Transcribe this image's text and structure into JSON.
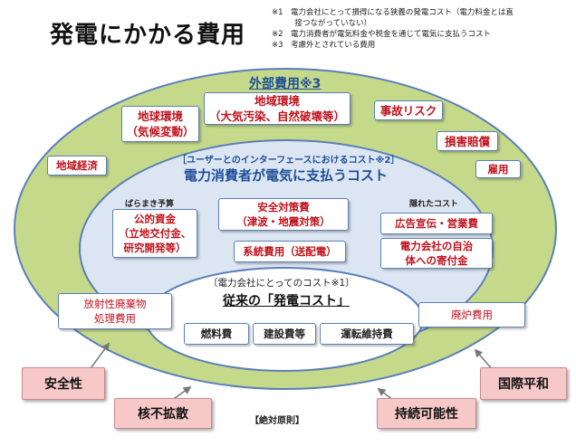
{
  "title": "発電にかかる費用",
  "notes": [
    "※1　電力会社にとって損得になる狭義の発電コスト（電力料金とは直",
    "　　　接つながっていない）",
    "※2　電力消費者が電気料金や税金を通じて電気に支払うコスト",
    "※3　考慮外とされている費用"
  ],
  "outer": {
    "title": "外部費用※3",
    "items": {
      "chikyu": "地球環境\n（気候変動）",
      "chiiki_kankyo": "地域環境\n（大気汚染、自然破壊等）",
      "jiko": "事故リスク",
      "songai": "損害賠償",
      "chiiki_keizai": "地域経済",
      "koyo": "雇用"
    }
  },
  "middle": {
    "subtitle": "［ユーザーとのインターフェースにおけるコスト※2］",
    "title": "電力消費者が電気に支払うコスト",
    "baramaki": "ばらまき予算",
    "kakureta": "隠れたコスト",
    "items": {
      "koteki": "公的資金\n（立地交付金、\n研究開発等）",
      "anzen": "安全対策費\n（津波・地震対策）",
      "keito": "系統費用（送配電）",
      "kokoku": "広告宣伝・営業費",
      "jichitai": "電力会社の自治\n体への寄付金",
      "haiki": "放射性廃棄物\n処理費用",
      "hairo": "廃炉費用"
    }
  },
  "inner": {
    "subtitle": "〔電力会社にとってのコスト※1〕",
    "title": "従来の「発電コスト」",
    "items": {
      "nenryo": "燃料費",
      "kensetsu": "建設費等",
      "unten": "運転維持費"
    }
  },
  "principles": {
    "anzensei": "安全性",
    "kakufukakusan": "核不拡散",
    "jizoku": "持続可能性",
    "kokusai": "国際平和",
    "zettai": "【絶対原則】"
  },
  "colors": {
    "outer_fill": "#c5d98b",
    "middle_fill": "#dce6f2",
    "inner_fill": "#ffffff",
    "ellipse_stroke": "#5b7fb8",
    "red_text": "#c0121c",
    "blue_title": "#1f4e9a",
    "principle_fill": "#f7c8c8"
  }
}
